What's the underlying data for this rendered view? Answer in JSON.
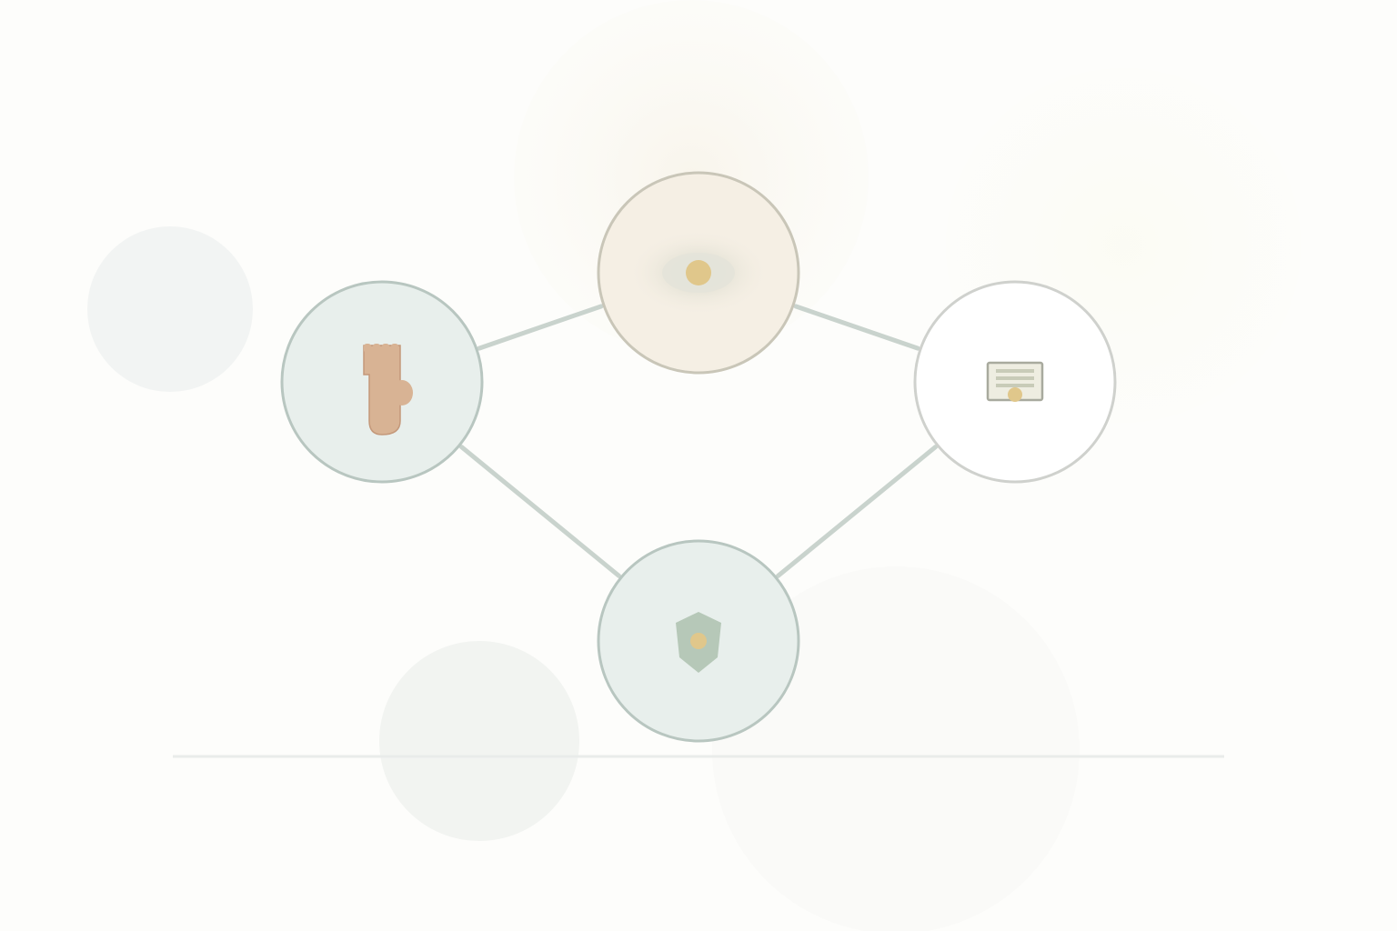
{
  "diagram": {
    "background_color": "#fdfdfb",
    "connector_color": "#c9d3cd",
    "nodes": [
      {
        "id": "top",
        "icon": "sunburst-seal-icon",
        "fill_color": "#f5efe4",
        "stroke_color": "#c9c6b8"
      },
      {
        "id": "left",
        "icon": "hand-key-icon",
        "fill_color": "#e8efec",
        "stroke_color": "#b8c6c0"
      },
      {
        "id": "right",
        "icon": "certificate-icon",
        "fill_color": "#ffffff",
        "stroke_color": "#cfd1cd"
      },
      {
        "id": "bottom",
        "icon": "shield-icon",
        "fill_color": "#e8efec",
        "stroke_color": "#b8c6c0"
      }
    ],
    "connections": [
      [
        "left",
        "top"
      ],
      [
        "top",
        "right"
      ],
      [
        "left",
        "bottom"
      ],
      [
        "right",
        "bottom"
      ]
    ],
    "accent_colors": {
      "gold": "#e0c78b",
      "skin": "#d8b394",
      "sage": "#b6c8b8",
      "divider": "#e9ecea"
    }
  }
}
